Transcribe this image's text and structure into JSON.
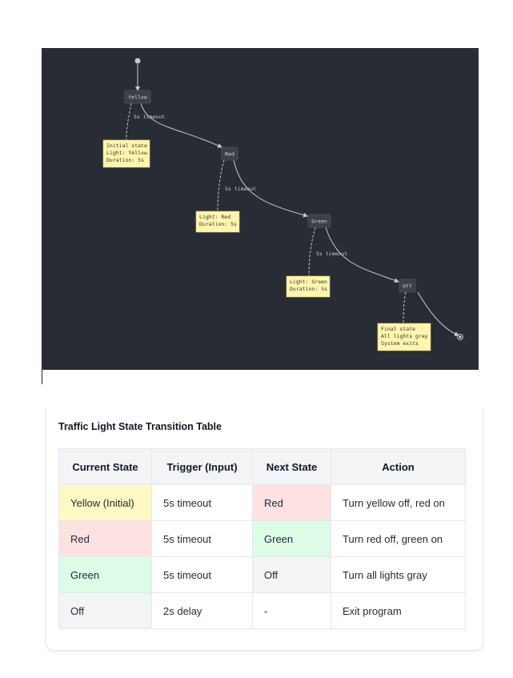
{
  "diagram": {
    "states": [
      {
        "id": "yellow",
        "label": "Yellow"
      },
      {
        "id": "red",
        "label": "Red"
      },
      {
        "id": "green",
        "label": "Green"
      },
      {
        "id": "off",
        "label": "Off"
      }
    ],
    "transitions": [
      {
        "from": "yellow",
        "to": "red",
        "label": "5s timeout"
      },
      {
        "from": "red",
        "to": "green",
        "label": "5s timeout"
      },
      {
        "from": "green",
        "to": "off",
        "label": "5s timeout"
      }
    ],
    "notes": [
      {
        "state": "yellow",
        "lines": [
          "Initial state",
          "Light: Yellow",
          "Duration: 5s"
        ]
      },
      {
        "state": "red",
        "lines": [
          "Light: Red",
          "Duration: 5s"
        ]
      },
      {
        "state": "green",
        "lines": [
          "Light: Green",
          "Duration: 5s"
        ]
      },
      {
        "state": "off",
        "lines": [
          "Final state",
          "All lights gray",
          "System exits"
        ]
      }
    ],
    "colors": {
      "background": "#282c34",
      "state_fill": "#3b4049",
      "note_fill": "#fff5ad",
      "edge": "#c7cace"
    }
  },
  "table": {
    "title": "Traffic Light State Transition Table",
    "headers": [
      "Current State",
      "Trigger (Input)",
      "Next State",
      "Action"
    ],
    "rows": [
      {
        "cells": [
          "Yellow (Initial)",
          "5s timeout",
          "Red",
          "Turn yellow off, red on"
        ],
        "colors": [
          "#fef9c3",
          "#ffffff",
          "#fee2e2",
          "#ffffff"
        ]
      },
      {
        "cells": [
          "Red",
          "5s timeout",
          "Green",
          "Turn red off, green on"
        ],
        "colors": [
          "#fee2e2",
          "#ffffff",
          "#dcfce7",
          "#ffffff"
        ]
      },
      {
        "cells": [
          "Green",
          "5s timeout",
          "Off",
          "Turn all lights gray"
        ],
        "colors": [
          "#dcfce7",
          "#ffffff",
          "#f3f4f6",
          "#ffffff"
        ]
      },
      {
        "cells": [
          "Off",
          "2s delay",
          "-",
          "Exit program"
        ],
        "colors": [
          "#f3f4f6",
          "#ffffff",
          "#ffffff",
          "#ffffff"
        ]
      }
    ]
  }
}
